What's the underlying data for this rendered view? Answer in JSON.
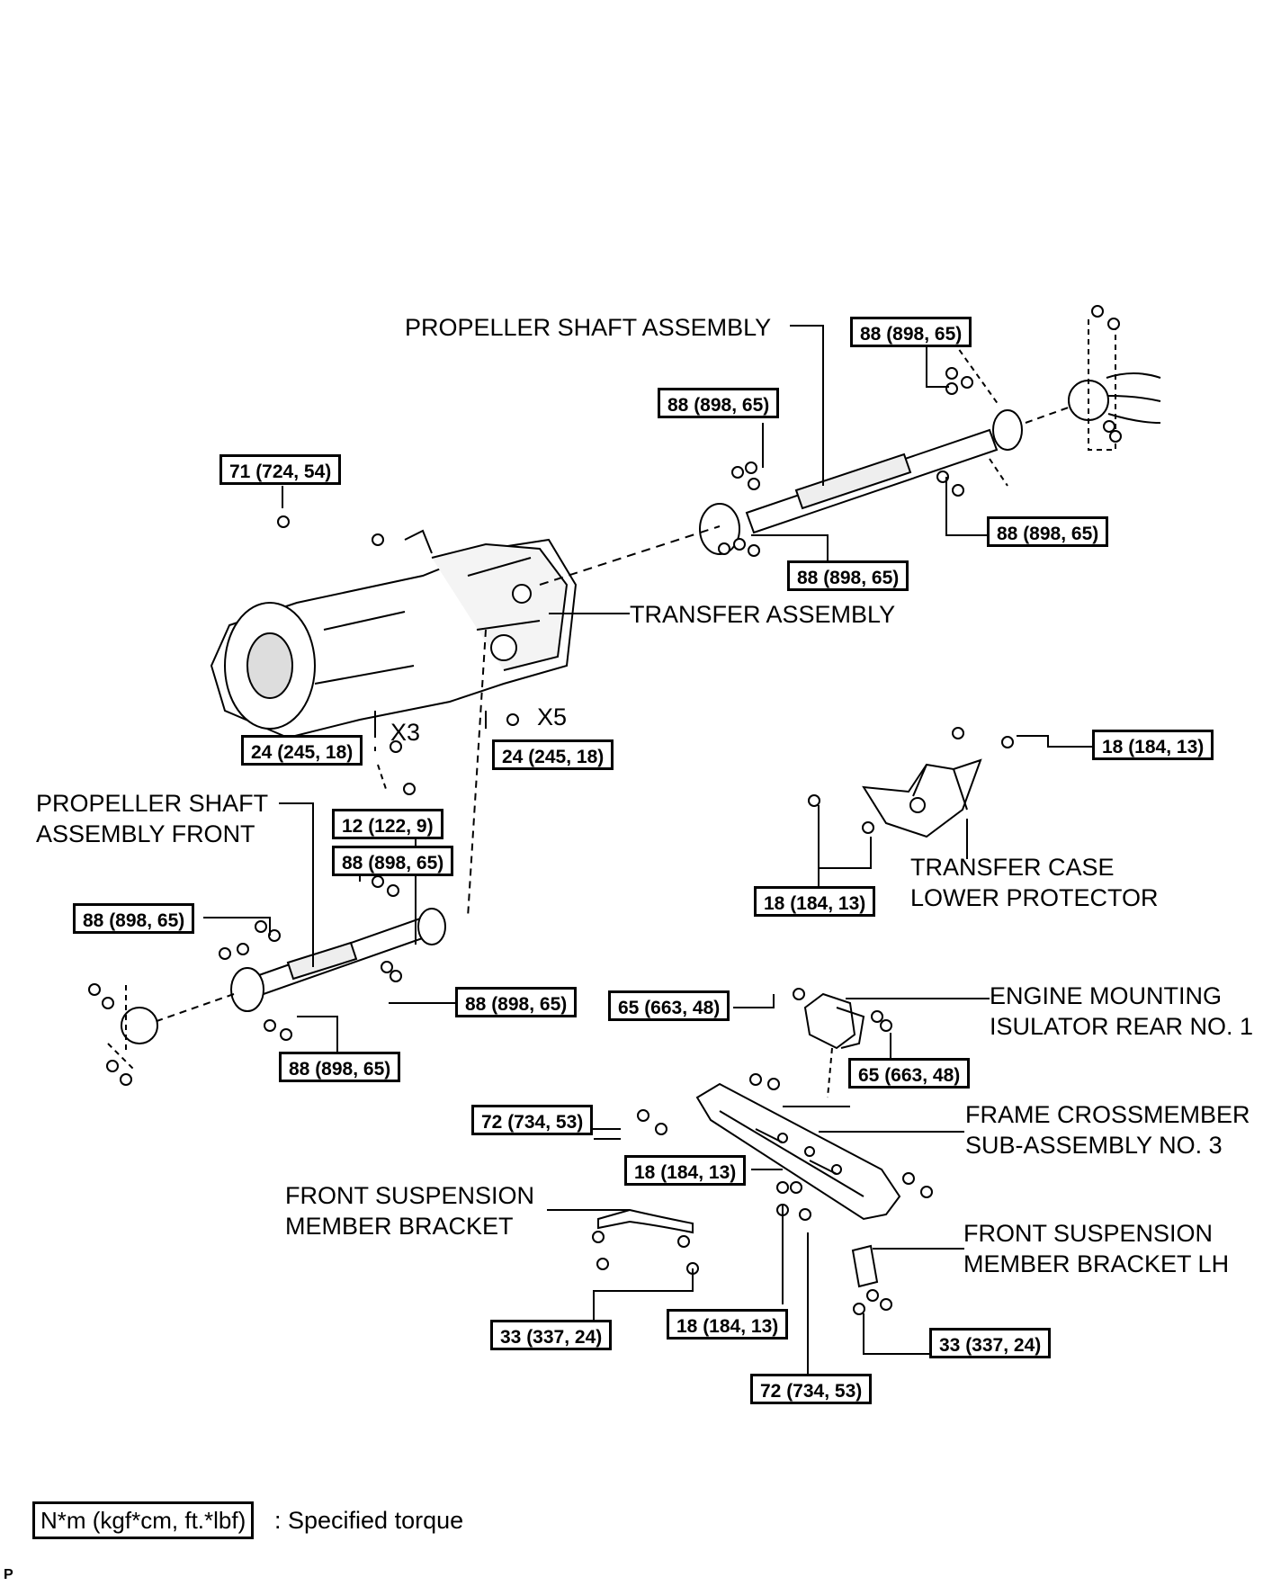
{
  "parts": {
    "propeller_shaft_assembly": "PROPELLER SHAFT ASSEMBLY",
    "transfer_assembly": "TRANSFER ASSEMBLY",
    "propeller_shaft_front_line1": "PROPELLER SHAFT",
    "propeller_shaft_front_line2": "ASSEMBLY FRONT",
    "transfer_case_protector_line1": "TRANSFER CASE",
    "transfer_case_protector_line2": "LOWER PROTECTOR",
    "engine_mount_line1": "ENGINE MOUNTING",
    "engine_mount_line2": "ISULATOR REAR NO. 1",
    "crossmember_line1": "FRAME CROSSMEMBER",
    "crossmember_line2": "SUB-ASSEMBLY NO. 3",
    "front_susp_bracket_line1": "FRONT SUSPENSION",
    "front_susp_bracket_line2": "MEMBER BRACKET",
    "front_susp_bracket_lh_line1": "FRONT SUSPENSION",
    "front_susp_bracket_lh_line2": "MEMBER BRACKET LH"
  },
  "torques": {
    "t88": "88 (898, 65)",
    "t71": "71 (724, 54)",
    "t24": "24 (245, 18)",
    "t12": "12 (122, 9)",
    "t18": "18 (184, 13)",
    "t65": "65 (663, 48)",
    "t72": "72 (734, 53)",
    "t33": "33 (337, 24)"
  },
  "multipliers": {
    "x3": "X3",
    "x5": "X5"
  },
  "legend": {
    "unit_box": "N*m (kgf*cm, ft.*lbf)",
    "description": ": Specified torque"
  },
  "corner_mark": "P"
}
